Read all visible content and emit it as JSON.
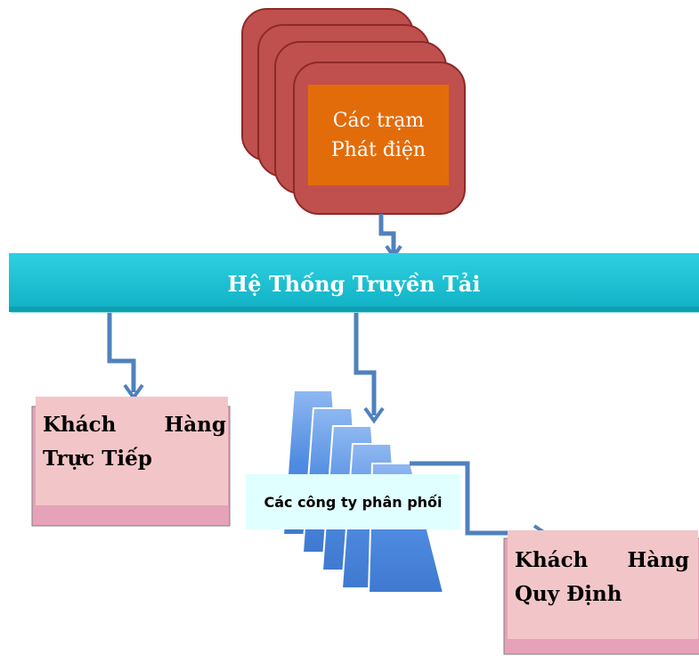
{
  "generating_stations": {
    "line1": "Các trạm",
    "line2": "Phát điện"
  },
  "transmission_system": {
    "label": "Hệ Thống Truyền Tải"
  },
  "direct_customers": {
    "word1": "Khách",
    "word2": "Hàng",
    "line2": "Trực Tiếp"
  },
  "distribution_companies": {
    "label": "Các công ty phân phối"
  },
  "regulated_customers": {
    "word1": "Khách",
    "word2": "Hàng",
    "line2": "Quy Định"
  },
  "colors": {
    "station_card": "#c0504d",
    "station_inner": "#e36c0a",
    "bus": "#1fc4d6",
    "arrow": "#4f81bd",
    "customer_box": "#f2c6c8",
    "customer_shadow": "#e6a2b8",
    "distribution_shape": "#4f8be0",
    "distribution_label_bg": "#e0ffff"
  }
}
